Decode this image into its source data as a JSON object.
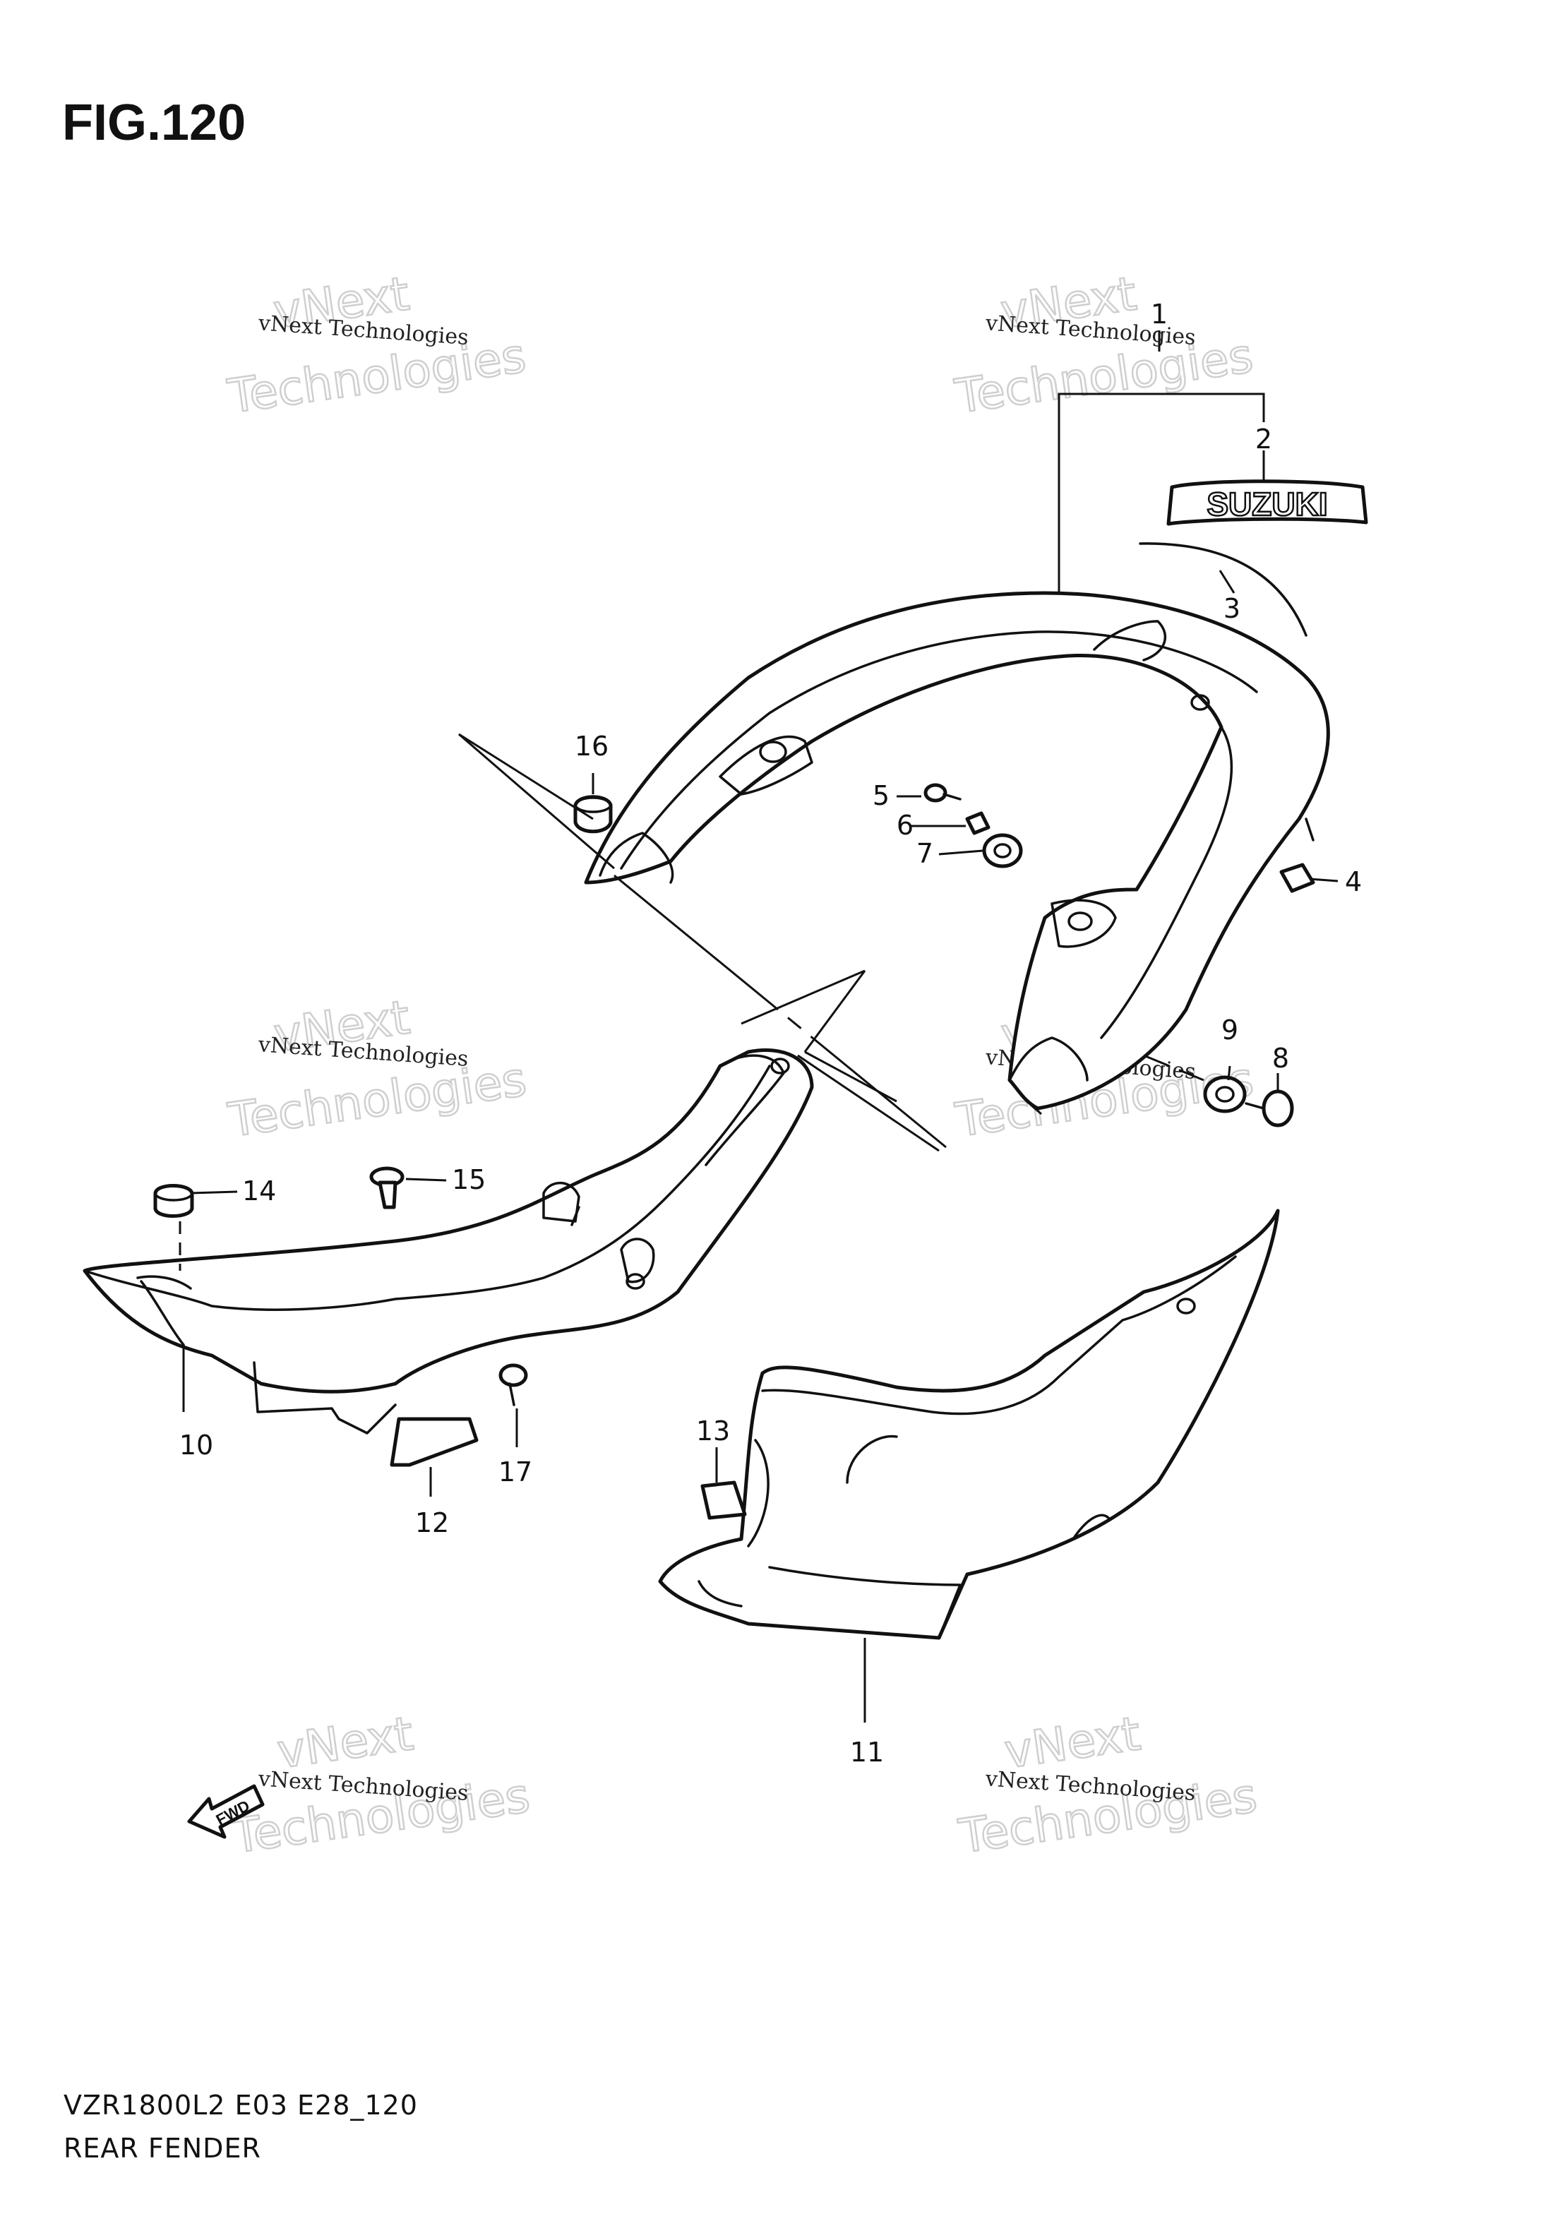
{
  "figure": {
    "number": "FIG.120",
    "model_code": "VZR1800L2 E03 E28_120",
    "section_title": "REAR FENDER"
  },
  "brand_decal": "SUZUKI",
  "fwd_marker": "FWD",
  "watermark": {
    "line1": "vNext Technologies",
    "line2": "vNext",
    "line3": "Technologies"
  },
  "callouts": [
    "1",
    "2",
    "3",
    "4",
    "5",
    "6",
    "7",
    "8",
    "9",
    "10",
    "11",
    "12",
    "13",
    "14",
    "15",
    "16",
    "17"
  ]
}
